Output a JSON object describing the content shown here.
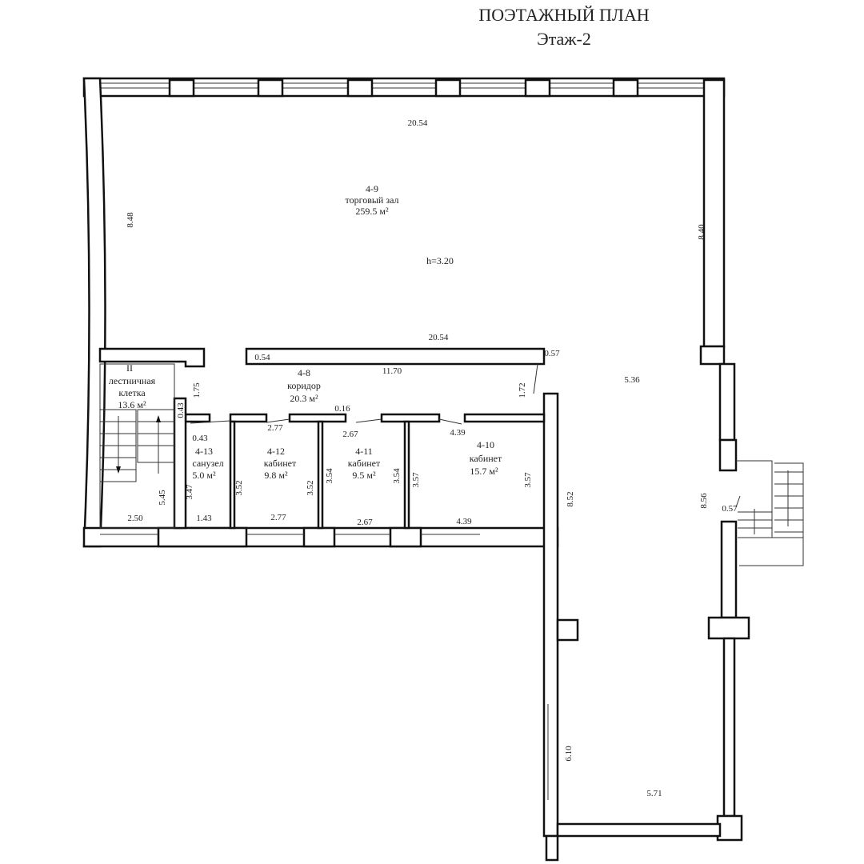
{
  "header": {
    "title": "ПОЭТАЖНЫЙ ПЛАН",
    "floor": "Этаж-2"
  },
  "rooms": [
    {
      "id": "4-9",
      "name": "торговый зал",
      "area": "259.5 м²",
      "height": "h=3.20"
    },
    {
      "id": "4-8",
      "name": "коридор",
      "area": "20.3 м²"
    },
    {
      "id": "II",
      "name_line1": "лестничная",
      "name_line2": "клетка",
      "area": "13.6 м²"
    },
    {
      "id": "4-13",
      "name": "санузел",
      "area": "5.0 м²"
    },
    {
      "id": "4-12",
      "name": "кабинет",
      "area": "9.8 м²"
    },
    {
      "id": "4-11",
      "name": "кабинет",
      "area": "9.5 м²"
    },
    {
      "id": "4-10",
      "name": "кабинет",
      "area": "15.7 м²"
    }
  ],
  "dimensions": {
    "hall_top": "20.54",
    "hall_bottom": "20.54",
    "hall_left": "8.48",
    "hall_right": "8.40",
    "corr_left": "0.54",
    "corr_right": "0.57",
    "corr_len": "11.70",
    "corr_h_left": "1.75",
    "corr_h_right": "1.72",
    "partition": "0.16",
    "stair_wall": "0.43",
    "wc_wall": "0.43",
    "wc_h": "3.47",
    "wc_w": "1.43",
    "r412_top": "2.77",
    "r412_bottom": "2.77",
    "r412_l": "3.52",
    "r412_r": "3.52",
    "r411_top": "2.67",
    "r411_bottom": "2.67",
    "r411_l": "3.54",
    "r411_r": "3.54",
    "r410_top": "4.39",
    "r410_bottom": "4.39",
    "r410_l": "3.57",
    "r410_r": "3.57",
    "stair_w": "2.50",
    "stair_h": "5.45",
    "wing_w_top": "5.36",
    "wing_left": "8.52",
    "wing_right": "8.56",
    "entry": "0.57",
    "wing_lower": "6.10",
    "wing_bottom": "5.71"
  }
}
